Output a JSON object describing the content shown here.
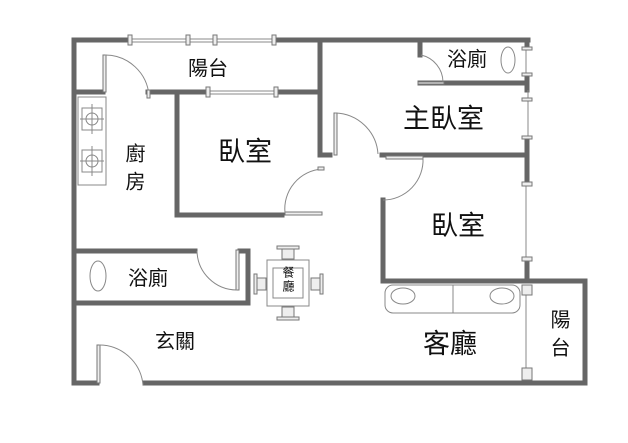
{
  "rooms": {
    "balcony_top": "陽台",
    "kitchen": "廚房",
    "bedroom_left": "臥室",
    "bathroom_top": "浴廁",
    "master_bedroom": "主臥室",
    "bedroom_right": "臥室",
    "bathroom_left": "浴廁",
    "dining": "餐廳",
    "entrance": "玄關",
    "living_room": "客廳",
    "balcony_right": "陽台"
  },
  "colors": {
    "wall": "#666666"
  }
}
